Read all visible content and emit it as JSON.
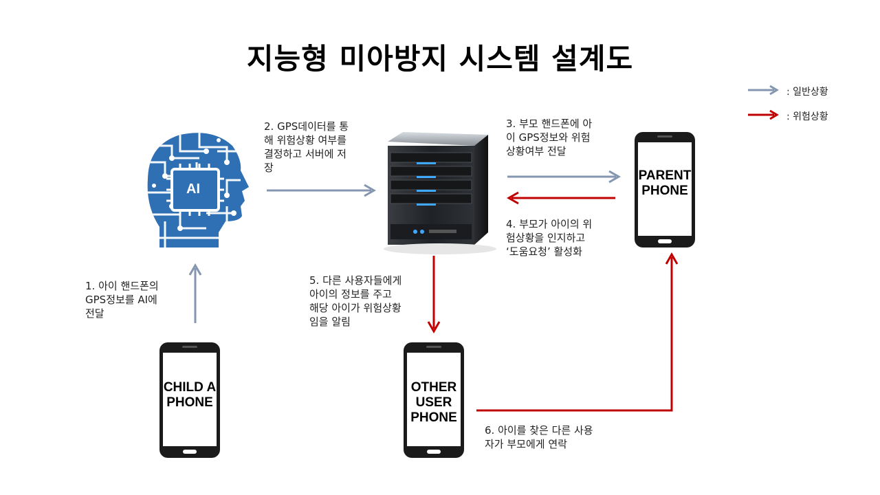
{
  "title": "지능형 미아방지 시스템 설계도",
  "legend": {
    "normal": {
      "label": ": 일반상황",
      "color": "#8496b0"
    },
    "danger": {
      "label": ": 위험상황",
      "color": "#c00000"
    }
  },
  "nodes": {
    "ai_label": "AI",
    "parent_phone": "PARENT\nPHONE",
    "child_phone": "CHILD A\nPHONE",
    "other_phone": "OTHER\nUSER\nPHONE"
  },
  "steps": {
    "s1": "1. 아이 핸드폰의\nGPS정보를 AI에\n전달",
    "s2": "2. GPS데이터를 통\n해 위험상황 여부를\n결정하고 서버에 저\n장",
    "s3": "3. 부모 핸드폰에 아\n이 GPS정보와 위험\n상황여부 전달",
    "s4": "4. 부모가 아이의 위\n험상황을 인지하고\n‘도움요청’ 활성화",
    "s5": "5. 다른 사용자들에게\n아이의 정보를 주고\n해당 아이가 위험상황\n임을 알림",
    "s6": "6. 아이를 찾은 다른 사용\n자가 부모에게 연락"
  }
}
